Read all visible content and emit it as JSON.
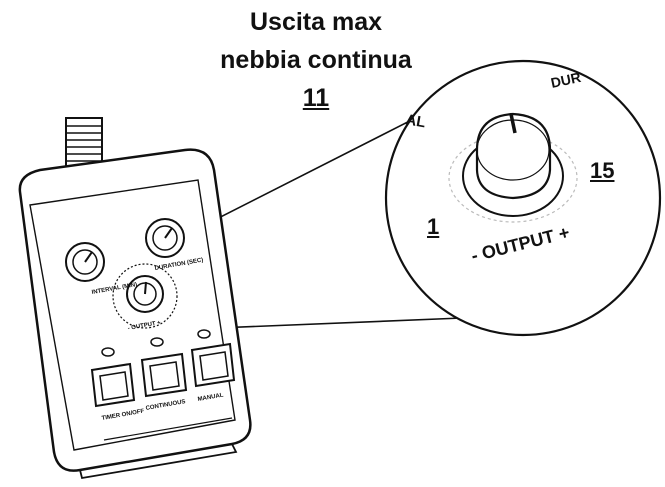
{
  "title": {
    "line1": "Uscita max",
    "line2": "nebbia continua",
    "line3": "11"
  },
  "zoom": {
    "min_value": "1",
    "max_value": "15",
    "output_label": "- OUTPUT +",
    "partial_left": "AL",
    "partial_top": "DUR"
  },
  "controller": {
    "knob_left_label": "INTERVAL (MIN)",
    "knob_right_label": "DURATION (SEC)",
    "knob_center_label": "- OUTPUT +",
    "button_labels": [
      "TIMER ON/OFF",
      "CONTINUOUS",
      "MANUAL"
    ]
  }
}
